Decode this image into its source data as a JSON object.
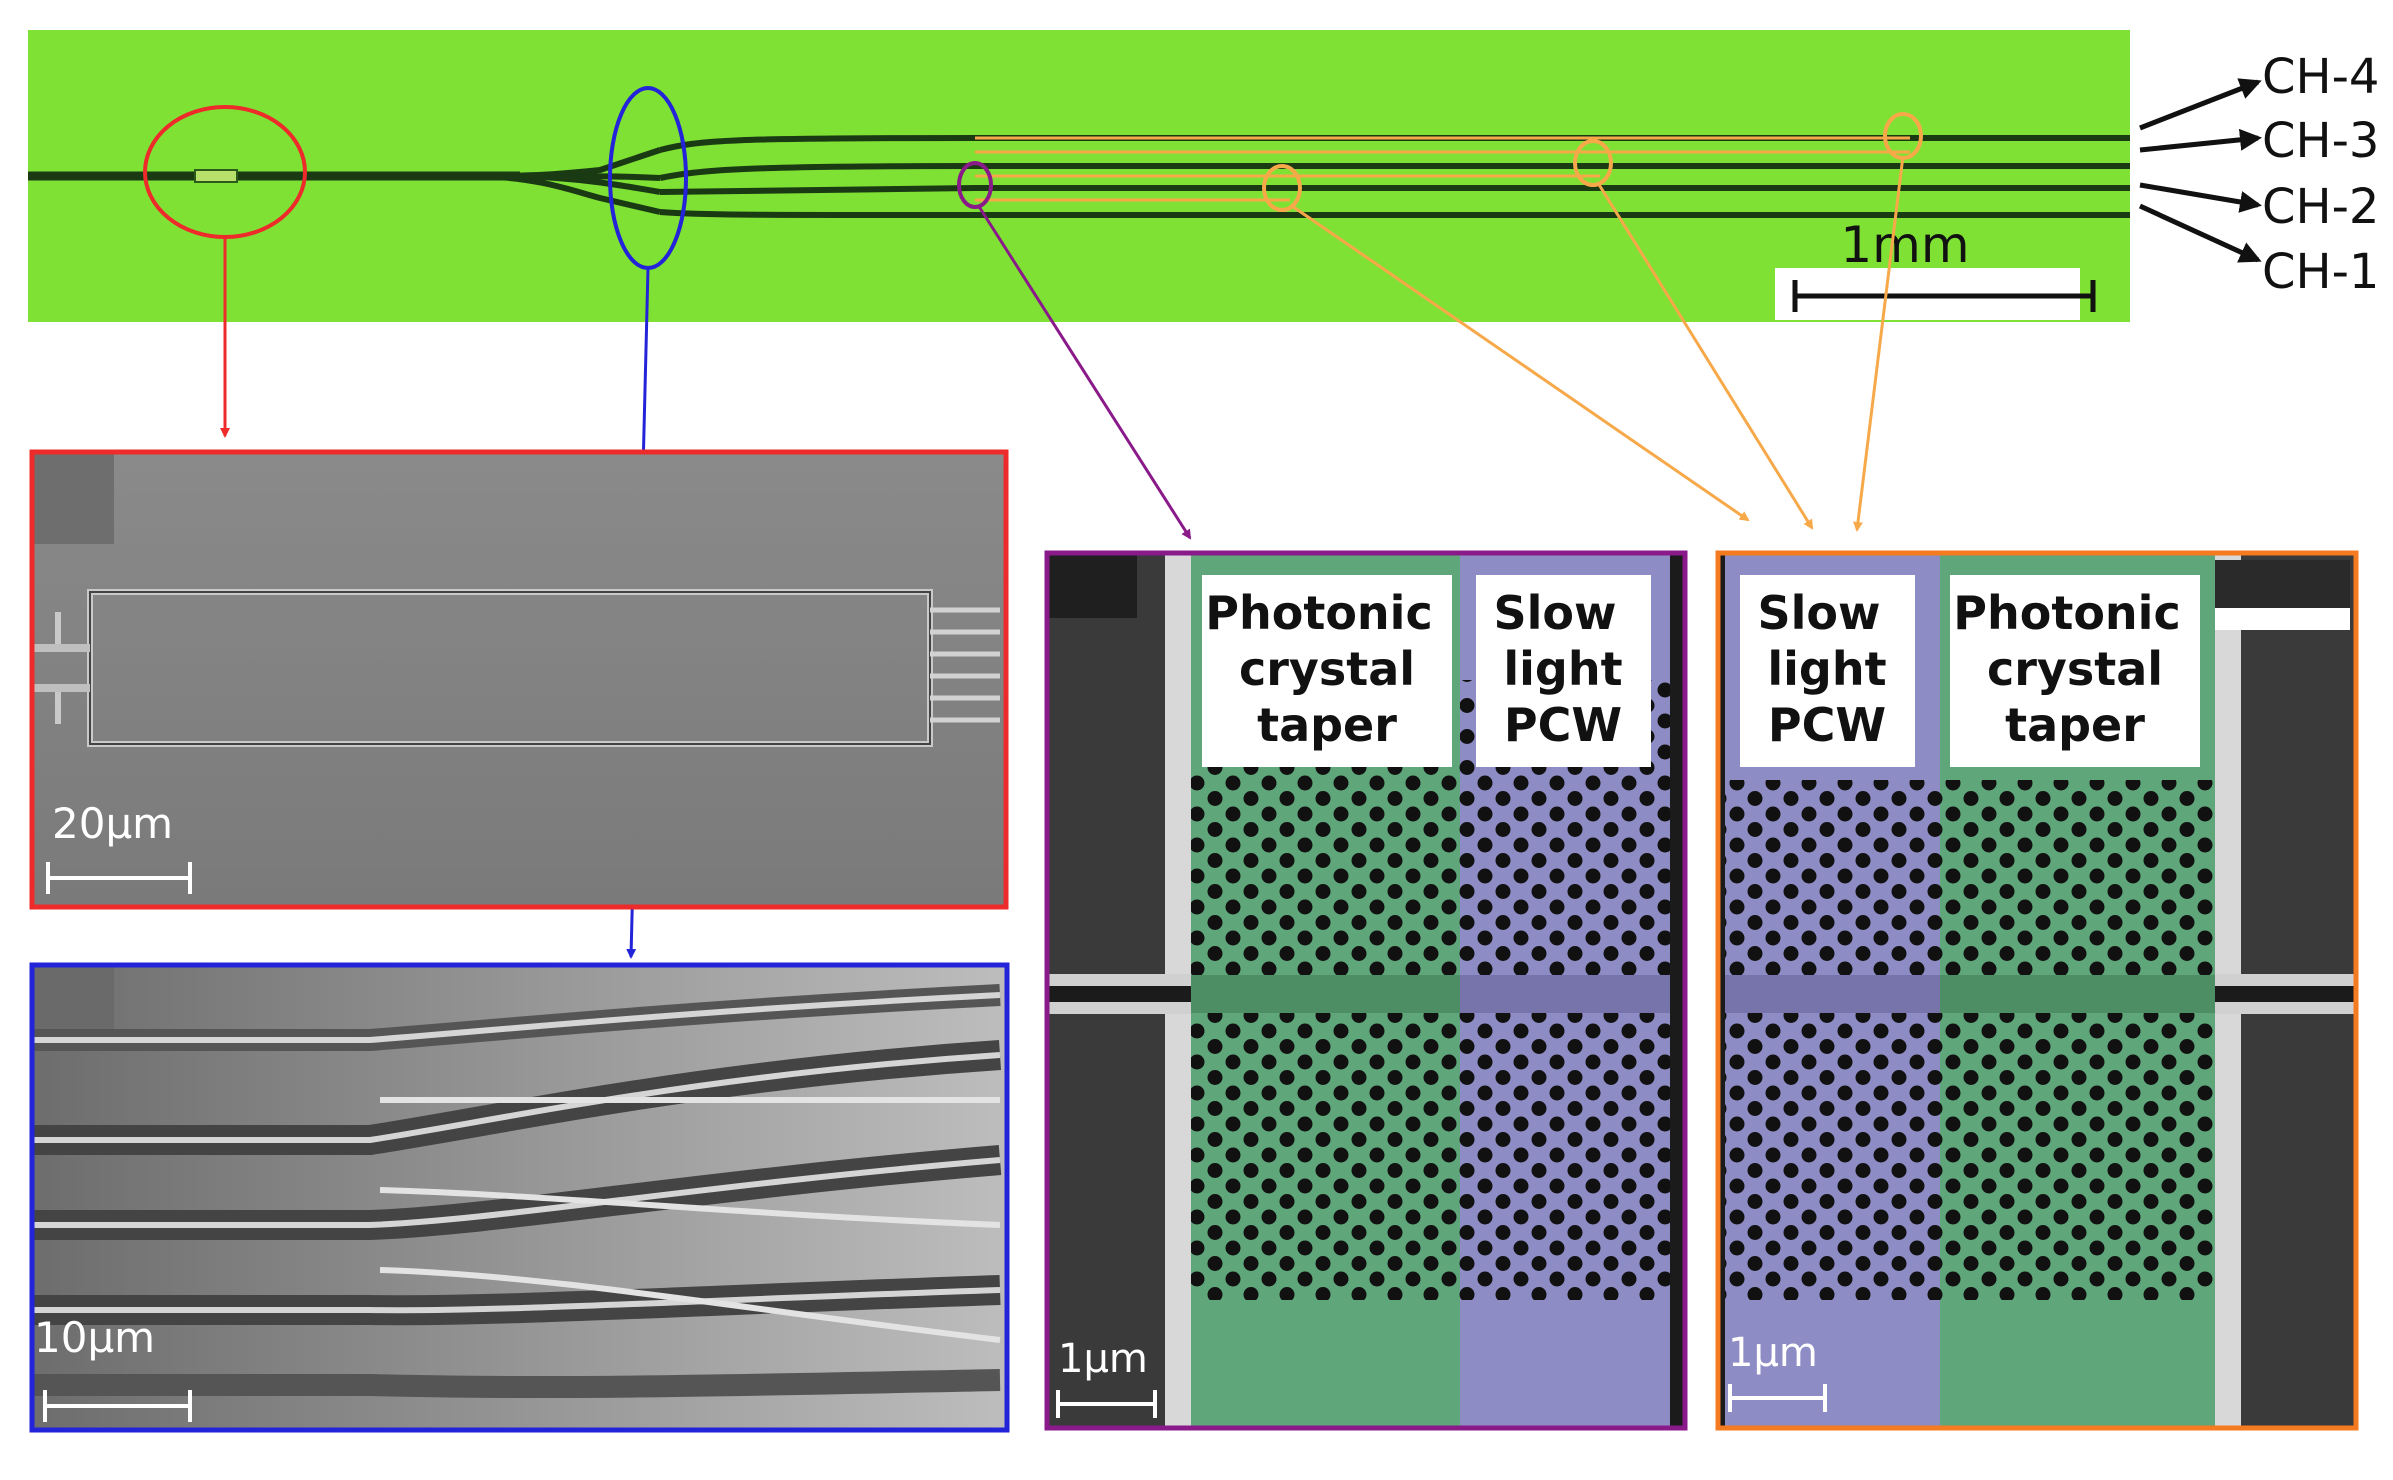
{
  "colors": {
    "chip_green": "#7fe133",
    "red": "#ee2b2b",
    "blue": "#2323d9",
    "purple": "#8a1a8a",
    "orange": "#f7a94a",
    "orange_frame": "#f47b20",
    "taper_green": "#5fa67a",
    "pcw_lavender": "#8e8cc4"
  },
  "chip": {
    "scale_label": "1mm",
    "channels": [
      "CH-4",
      "CH-3",
      "CH-2",
      "CH-1"
    ]
  },
  "panels": {
    "mmi": {
      "scale_label": "20μm"
    },
    "splitter": {
      "scale_label": "10μm"
    },
    "pc_left": {
      "scale_label": "1μm",
      "label_taper": "Photonic crystal taper",
      "label_pcw": "Slow light PCW"
    },
    "pc_right": {
      "scale_label": "1μm",
      "label_taper": "Photonic crystal taper",
      "label_pcw": "Slow light PCW"
    }
  }
}
